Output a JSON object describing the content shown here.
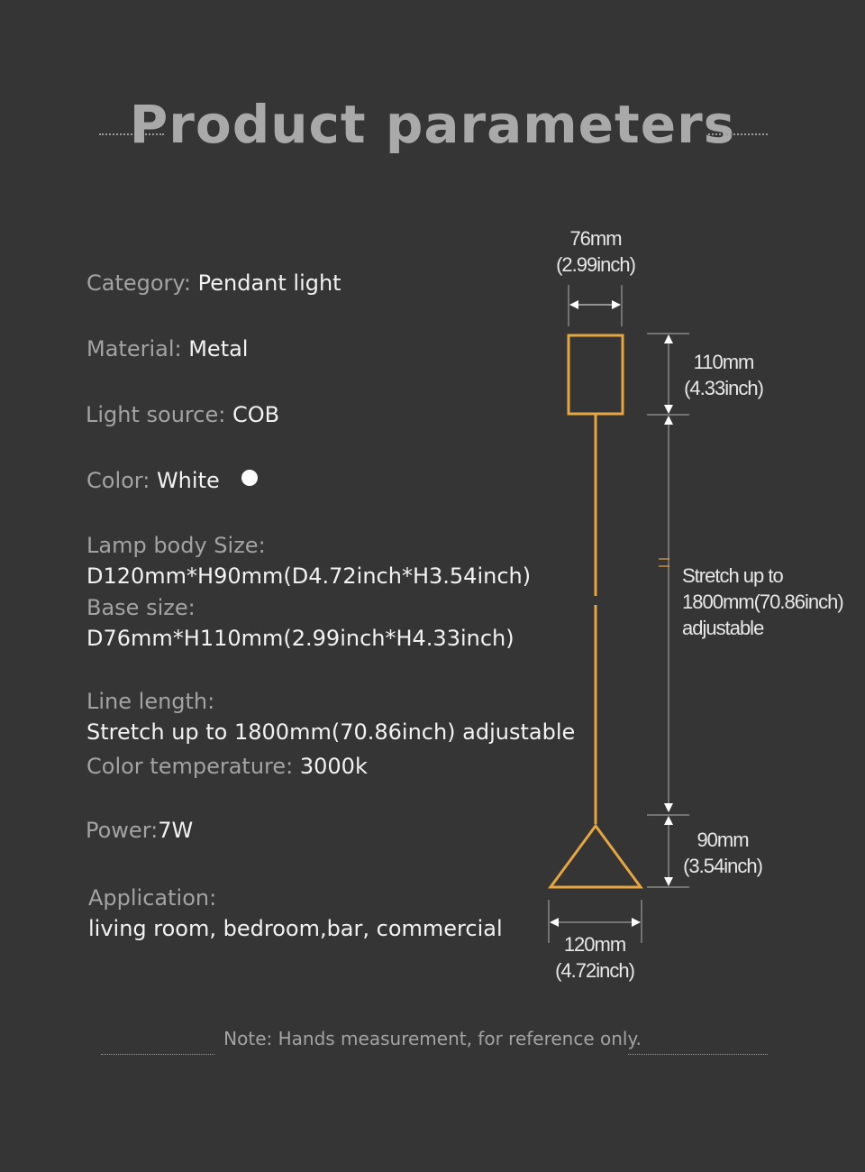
{
  "title": "Product parameters",
  "specs": {
    "category": {
      "label": "Category: ",
      "value": "Pendant light"
    },
    "material": {
      "label": "Material: ",
      "value": "Metal"
    },
    "light_source": {
      "label": "Light source: ",
      "value": "COB"
    },
    "color": {
      "label": "Color: ",
      "value": "White",
      "swatch": "#ffffff"
    },
    "lamp_body_size": {
      "label": "Lamp body Size:",
      "value": "D120mm*H90mm(D4.72inch*H3.54inch)"
    },
    "base_size": {
      "label": "Base size:",
      "value": "D76mm*H110mm(2.99inch*H4.33inch)"
    },
    "line_length": {
      "label": "Line length:",
      "value": "Stretch up to 1800mm(70.86inch) adjustable"
    },
    "color_temperature": {
      "label": "Color temperature: ",
      "value": "3000k"
    },
    "power": {
      "label": "Power:",
      "value": "7W"
    },
    "application": {
      "label": "Application:",
      "value": "living room, bedroom,bar, commercial"
    }
  },
  "diagram": {
    "base_width": [
      "76mm",
      "(2.99inch)"
    ],
    "base_height": [
      "110mm",
      "(4.33inch)"
    ],
    "line": [
      "Stretch up to",
      "1800mm(70.86inch)",
      "adjustable"
    ],
    "shade_height": [
      "90mm",
      "(3.54inch)"
    ],
    "shade_width": [
      "120mm",
      "(4.72inch)"
    ],
    "accent_color": "#e8a640"
  },
  "note": "Note: Hands measurement, for reference only."
}
